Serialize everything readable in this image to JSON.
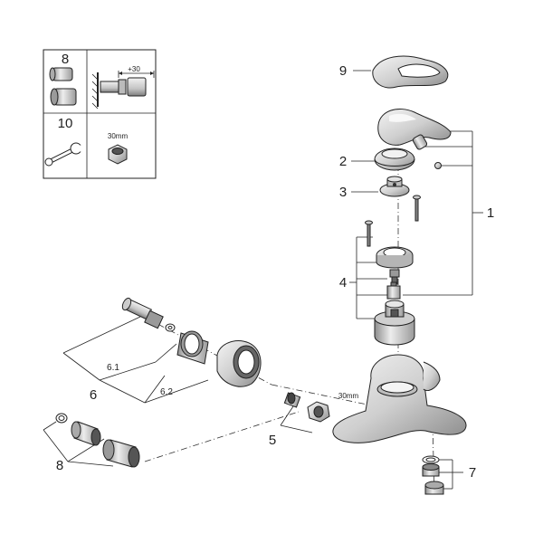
{
  "inset": {
    "label_8": "8",
    "label_10": "10",
    "dim_plus30": "+30",
    "wrench_size": "30mm"
  },
  "callouts": {
    "c1": "1",
    "c2": "2",
    "c3": "3",
    "c4": "4",
    "c5": "5",
    "c6": "6",
    "c6_1": "6.1",
    "c6_2": "6.2",
    "c7": "7",
    "c8": "8",
    "c9": "9",
    "nut_size": "30mm"
  },
  "colors": {
    "line": "#222222",
    "metal_light": "#e6e6e6",
    "metal_mid": "#bdbdbd",
    "metal_dark": "#7a7a7a"
  }
}
